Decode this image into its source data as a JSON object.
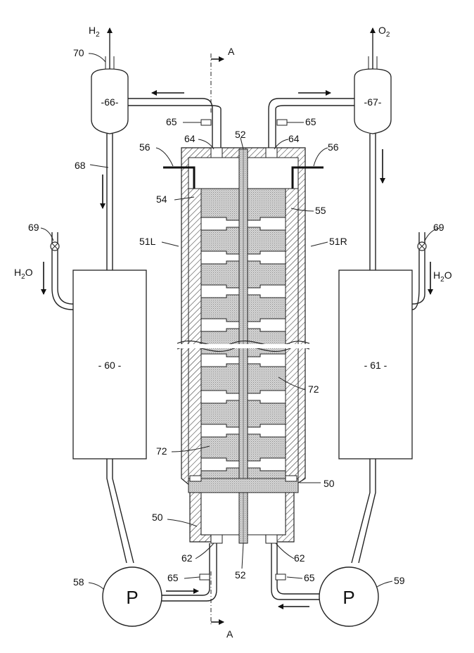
{
  "labels": {
    "h2": "H",
    "h2_sub": "2",
    "o2": "O",
    "o2_sub": "2",
    "h2o_left": "H",
    "h2o_left_sub": "2",
    "h2o_left_o": "O",
    "h2o_right": "H",
    "h2o_right_sub": "2",
    "h2o_right_o": "O",
    "section_top": "A",
    "section_bottom": "A",
    "sep_left": "-66-",
    "sep_right": "-67-",
    "tank_left": "- 60 -",
    "tank_right": "- 61 -",
    "pump_left": "P",
    "pump_right": "P"
  },
  "refs": {
    "r70": "70",
    "r68": "68",
    "r69_left": "69",
    "r69_right": "69",
    "r65_tl": "65",
    "r65_tr": "65",
    "r65_bl": "65",
    "r65_br": "65",
    "r64_left": "64",
    "r64_right": "64",
    "r52_top": "52",
    "r52_bottom": "52",
    "r56_left": "56",
    "r56_right": "56",
    "r54": "54",
    "r55": "55",
    "r51L": "51L",
    "r51R": "51R",
    "r72_right": "72",
    "r72_left": "72",
    "r50_right": "50",
    "r50_left": "50",
    "r62_left": "62",
    "r62_right": "62",
    "r58": "58",
    "r59": "59"
  }
}
